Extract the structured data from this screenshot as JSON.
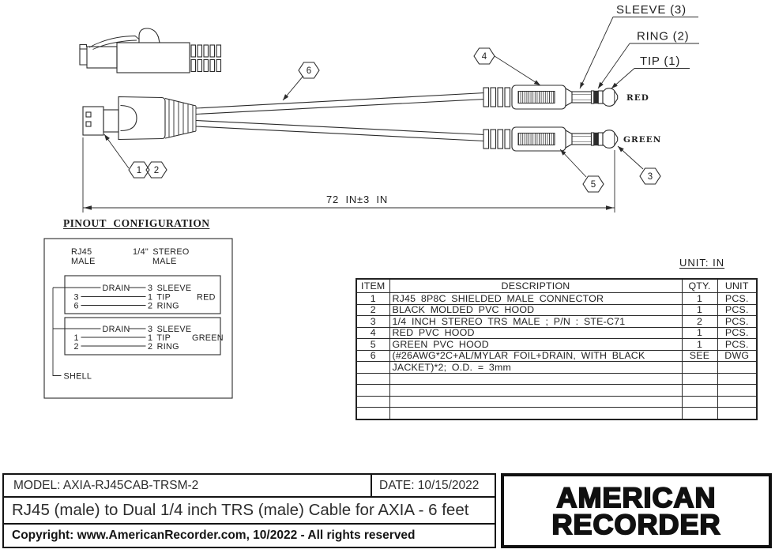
{
  "page": {
    "line_color": "#2b2b2b",
    "background": "#ffffff"
  },
  "drawing": {
    "labels": {
      "sleeve": "SLEEVE (3)",
      "ring": "RING (2)",
      "tip": "TIP (1)",
      "red": "RED",
      "green": "GREEN",
      "dimension": "72 IN±3 IN"
    },
    "callouts": {
      "c1": "1",
      "c2": "2",
      "c3": "3",
      "c4": "4",
      "c5": "5",
      "c6": "6"
    }
  },
  "pinout": {
    "title": "PINOUT CONFIGURATION",
    "left_header_line1": "RJ45",
    "left_header_line2": "MALE",
    "right_header_line1": "1/4\" STEREO",
    "right_header_line2": "MALE",
    "red_block": {
      "label": "RED",
      "rows": [
        {
          "left": "DRAIN",
          "right": "3  SLEEVE"
        },
        {
          "left": "3",
          "right": "1  TIP"
        },
        {
          "left": "6",
          "right": "2  RING"
        }
      ]
    },
    "green_block": {
      "label": "GREEN",
      "rows": [
        {
          "left": "DRAIN",
          "right": "3  SLEEVE"
        },
        {
          "left": "1",
          "right": "1  TIP"
        },
        {
          "left": "2",
          "right": "2  RING"
        }
      ]
    },
    "shell_label": "SHELL"
  },
  "unit_note": "UNIT: IN",
  "bom": {
    "headers": {
      "item": "ITEM",
      "description": "DESCRIPTION",
      "qty": "QTY.",
      "unit": "UNIT"
    },
    "rows": [
      {
        "item": "1",
        "description": "RJ45 8P8C SHIELDED MALE CONNECTOR",
        "qty": "1",
        "unit": "PCS."
      },
      {
        "item": "2",
        "description": "BLACK MOLDED PVC HOOD",
        "qty": "1",
        "unit": "PCS."
      },
      {
        "item": "3",
        "description": "1/4 INCH STEREO TRS MALE ; P/N : STE-C71",
        "qty": "2",
        "unit": "PCS."
      },
      {
        "item": "4",
        "description": "RED PVC HOOD",
        "qty": "1",
        "unit": "PCS."
      },
      {
        "item": "5",
        "description": "GREEN PVC HOOD",
        "qty": "1",
        "unit": "PCS."
      },
      {
        "item": "6",
        "description": "(#26AWG*2C+AL/MYLAR FOIL+DRAIN, WITH BLACK",
        "qty": "SEE",
        "unit": "DWG"
      },
      {
        "item": "",
        "description": "JACKET)*2; O.D. = 3mm",
        "qty": "",
        "unit": ""
      },
      {
        "item": "",
        "description": "",
        "qty": "",
        "unit": ""
      },
      {
        "item": "",
        "description": "",
        "qty": "",
        "unit": ""
      },
      {
        "item": "",
        "description": "",
        "qty": "",
        "unit": ""
      },
      {
        "item": "",
        "description": "",
        "qty": "",
        "unit": ""
      }
    ]
  },
  "footer": {
    "model": "MODEL: AXIA-RJ45CAB-TRSM-2",
    "date": "DATE: 10/15/2022",
    "title": "RJ45 (male) to Dual 1/4 inch TRS (male) Cable for AXIA - 6 feet",
    "copyright": "Copyright: www.AmericanRecorder.com, 10/2022 - All rights reserved",
    "brand_line1": "AMERICAN",
    "brand_line2": "RECORDER"
  }
}
